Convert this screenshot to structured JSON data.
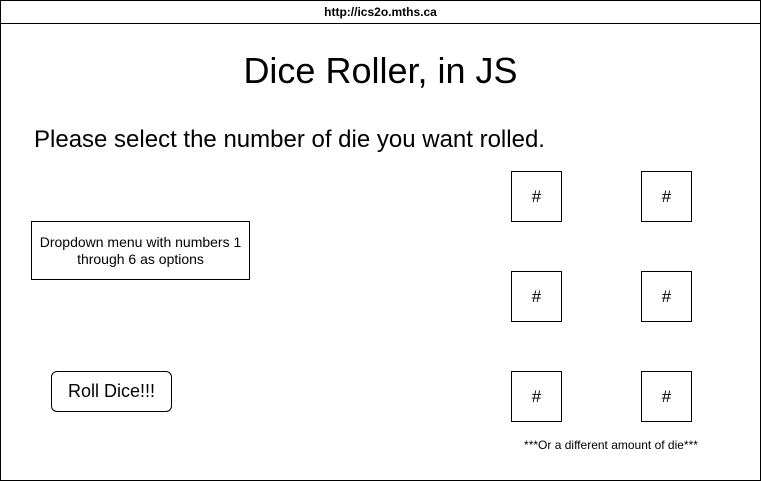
{
  "browser": {
    "url": "http://ics2o.mths.ca"
  },
  "page": {
    "title": "Dice Roller, in JS",
    "prompt": "Please select the number of die you want rolled."
  },
  "controls": {
    "dropdown_label": "Dropdown menu with numbers 1 through 6 as options",
    "roll_button_label": "Roll Dice!!!"
  },
  "dice": [
    {
      "value": "#"
    },
    {
      "value": "#"
    },
    {
      "value": "#"
    },
    {
      "value": "#"
    },
    {
      "value": "#"
    },
    {
      "value": "#"
    }
  ],
  "note": "***Or a different amount of die***"
}
